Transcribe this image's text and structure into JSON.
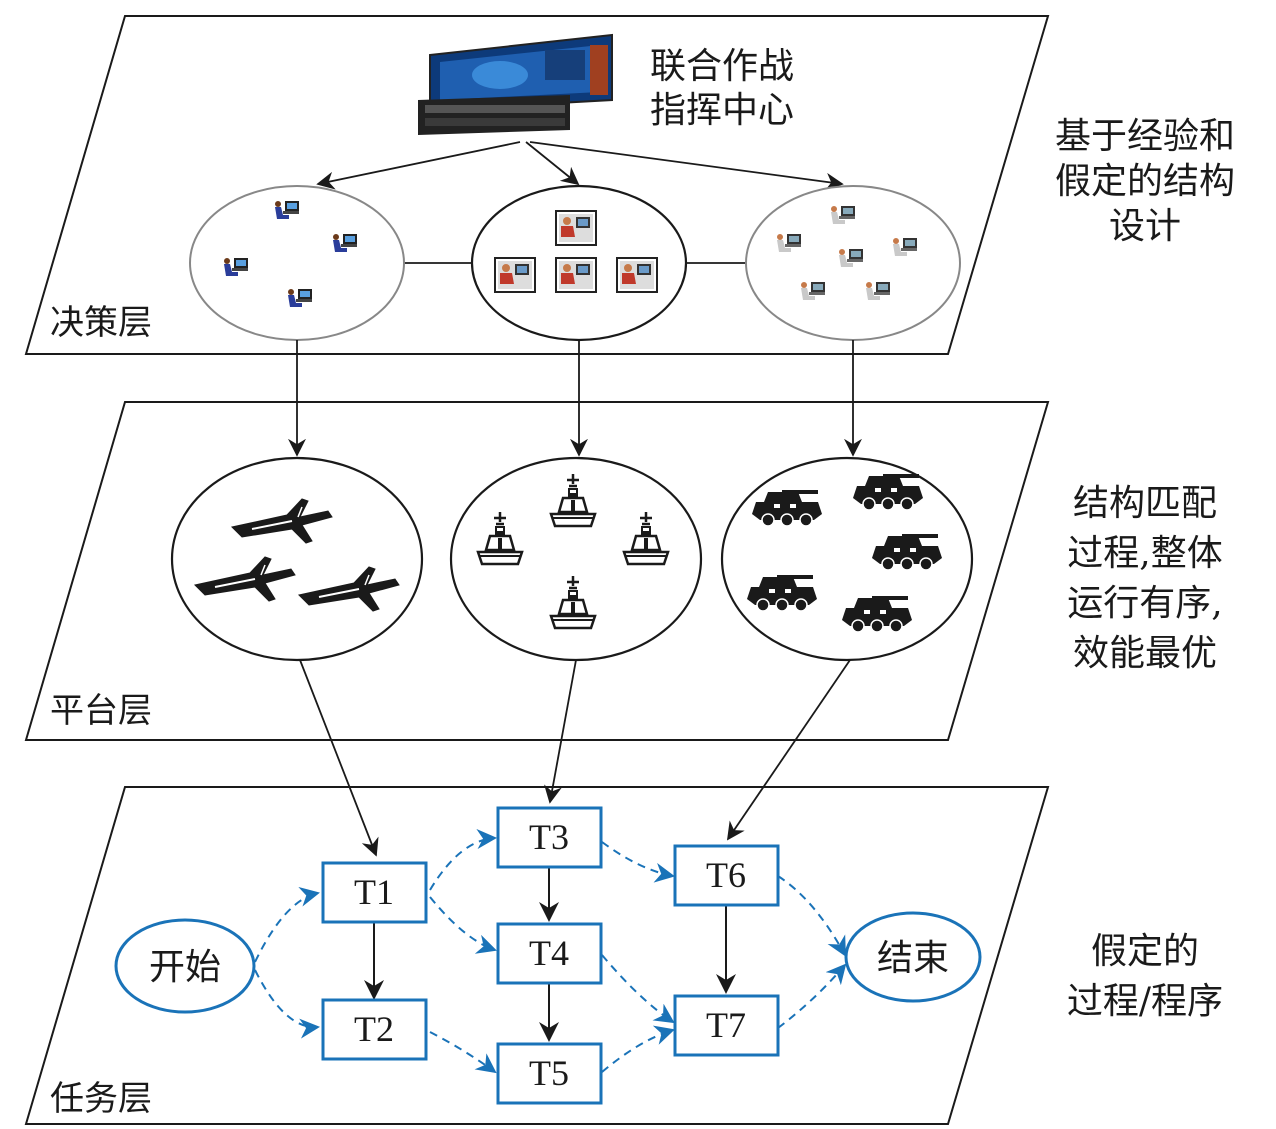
{
  "layers": {
    "decision": "决策层",
    "platform": "平台层",
    "task": "任务层"
  },
  "hq": {
    "label_line1": "联合作战",
    "label_line2": "指挥中心"
  },
  "side_notes": {
    "top": [
      "基于经验和",
      "假定的结构",
      "设计"
    ],
    "middle": [
      "结构匹配",
      "过程,整体",
      "运行有序,",
      "效能最优"
    ],
    "bottom": [
      "假定的",
      "过程/程序"
    ]
  },
  "tasks": {
    "start": "开始",
    "end": "结束",
    "t1": "T1",
    "t2": "T2",
    "t3": "T3",
    "t4": "T4",
    "t5": "T5",
    "t6": "T6",
    "t7": "T7"
  },
  "colors": {
    "line": "#1a1a1a",
    "task_blue": "#1a73b8",
    "screen_blue": "#0d3a7a"
  }
}
